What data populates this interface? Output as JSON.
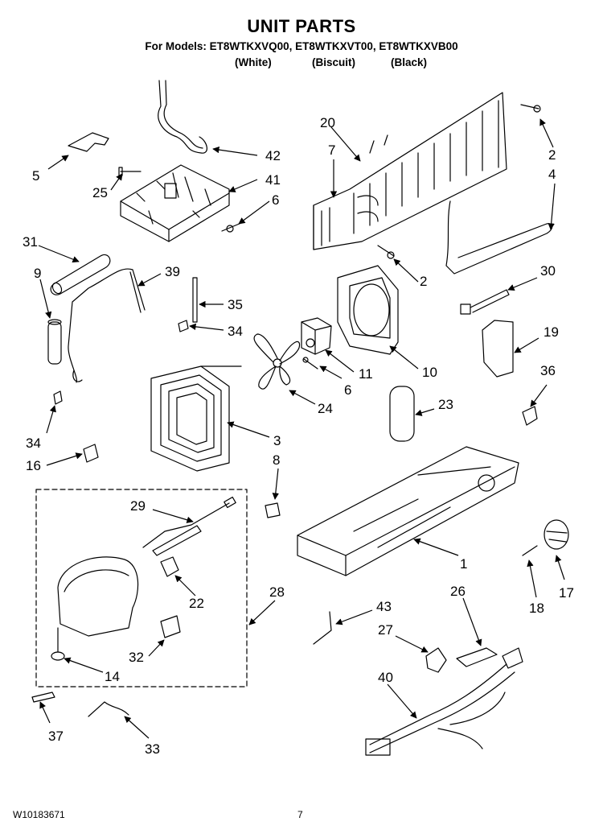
{
  "header": {
    "title": "UNIT PARTS",
    "models_line": "For Models: ET8WTKXVQ00, ET8WTKXVT00, ET8WTKXVB00",
    "variants": [
      "(White)",
      "(Biscuit)",
      "(Black)"
    ]
  },
  "parts": {
    "p1": "1",
    "p2a": "2",
    "p2b": "2",
    "p3": "3",
    "p4": "4",
    "p5": "5",
    "p6a": "6",
    "p6b": "6",
    "p7": "7",
    "p8": "8",
    "p9": "9",
    "p10": "10",
    "p11": "11",
    "p14": "14",
    "p16": "16",
    "p17": "17",
    "p18": "18",
    "p19": "19",
    "p20": "20",
    "p22": "22",
    "p23": "23",
    "p24": "24",
    "p25": "25",
    "p26": "26",
    "p27": "27",
    "p28": "28",
    "p29": "29",
    "p30": "30",
    "p31": "31",
    "p32": "32",
    "p33": "33",
    "p34a": "34",
    "p34b": "34",
    "p35": "35",
    "p36": "36",
    "p37": "37",
    "p39": "39",
    "p40": "40",
    "p41": "41",
    "p42": "42",
    "p43": "43"
  },
  "footer": {
    "doc_number": "W10183671",
    "page_number": "7"
  }
}
